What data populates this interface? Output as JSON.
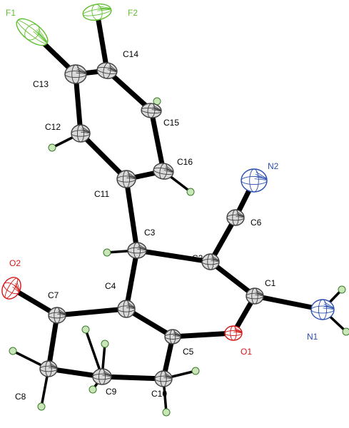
{
  "colors": {
    "carbon": "#d9d9d9",
    "hydrogen": "#c8e6b8",
    "fluorine": "#5fbf2f",
    "nitrogen": "#2a4fb0",
    "oxygen": "#d01818",
    "bond": "#000000",
    "label": "#000000"
  },
  "atoms": [
    {
      "id": "F1",
      "label": "F1",
      "element": "F"
    },
    {
      "id": "F2",
      "label": "F2",
      "element": "F"
    },
    {
      "id": "C13",
      "label": "C13",
      "element": "C"
    },
    {
      "id": "C14",
      "label": "C14",
      "element": "C"
    },
    {
      "id": "C15",
      "label": "C15",
      "element": "C"
    },
    {
      "id": "C12",
      "label": "C12",
      "element": "C"
    },
    {
      "id": "C16",
      "label": "C16",
      "element": "C"
    },
    {
      "id": "C11",
      "label": "C11",
      "element": "C"
    },
    {
      "id": "N2",
      "label": "N2",
      "element": "N"
    },
    {
      "id": "C6",
      "label": "C6",
      "element": "C"
    },
    {
      "id": "C3",
      "label": "C3",
      "element": "C"
    },
    {
      "id": "C2",
      "label": "C2",
      "element": "C"
    },
    {
      "id": "O2",
      "label": "O2",
      "element": "O"
    },
    {
      "id": "C4",
      "label": "C4",
      "element": "C"
    },
    {
      "id": "C7",
      "label": "C7",
      "element": "C"
    },
    {
      "id": "C1",
      "label": "C1",
      "element": "C"
    },
    {
      "id": "O1",
      "label": "O1",
      "element": "O"
    },
    {
      "id": "C5",
      "label": "C5",
      "element": "C"
    },
    {
      "id": "N1",
      "label": "N1",
      "element": "N"
    },
    {
      "id": "C8",
      "label": "C8",
      "element": "C"
    },
    {
      "id": "C9",
      "label": "C9",
      "element": "C"
    },
    {
      "id": "C10",
      "label": "C10",
      "element": "C"
    }
  ],
  "bonds": [
    [
      "F1",
      "C13"
    ],
    [
      "F2",
      "C14"
    ],
    [
      "C13",
      "C14"
    ],
    [
      "C14",
      "C15"
    ],
    [
      "C13",
      "C12"
    ],
    [
      "C15",
      "C16"
    ],
    [
      "C12",
      "C11"
    ],
    [
      "C16",
      "C11"
    ],
    [
      "C11",
      "C3"
    ],
    [
      "C3",
      "C2"
    ],
    [
      "C3",
      "C4"
    ],
    [
      "C2",
      "C6"
    ],
    [
      "C6",
      "N2"
    ],
    [
      "C2",
      "C1"
    ],
    [
      "C1",
      "O1"
    ],
    [
      "C1",
      "N1"
    ],
    [
      "O1",
      "C5"
    ],
    [
      "C5",
      "C4"
    ],
    [
      "C4",
      "C7"
    ],
    [
      "C7",
      "O2"
    ],
    [
      "C7",
      "C8"
    ],
    [
      "C8",
      "C9"
    ],
    [
      "C9",
      "C10"
    ],
    [
      "C10",
      "C5"
    ]
  ]
}
